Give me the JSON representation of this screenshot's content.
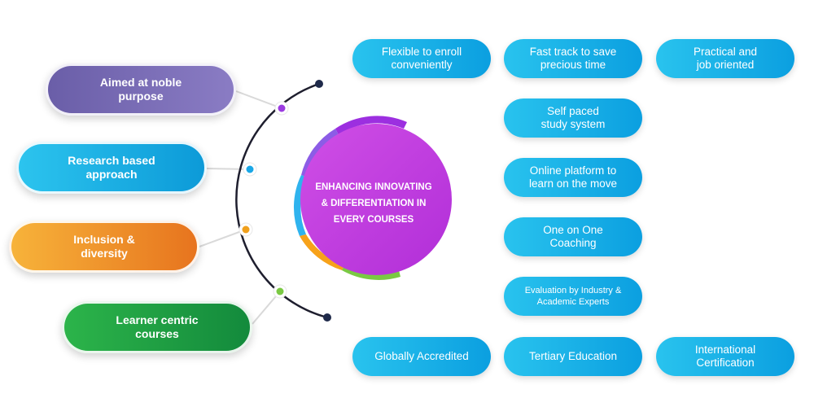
{
  "center": {
    "text": "ENHANCING INNOVATING\n& DIFFERENTIATION IN\nEVERY COURSES"
  },
  "left_items": [
    {
      "label": "Aimed at noble\npurpose",
      "color": "#7b6fb5"
    },
    {
      "label": "Research based\napproach",
      "color": "#12a8e4"
    },
    {
      "label": "Inclusion &\ndiversity",
      "color": "#ee8424"
    },
    {
      "label": "Learner centric\ncourses",
      "color": "#1aa64a"
    }
  ],
  "right_items": [
    "Flexible to enroll\nconveniently",
    "Fast track to save\nprecious time",
    "Practical and\njob oriented",
    "Self paced\nstudy system",
    "Online platform to\nlearn on the move",
    "One on One\nCoaching",
    "Evaluation by Industry &\nAcademic Experts",
    "Globally Accredited",
    "Tertiary Education",
    "International\nCertification"
  ],
  "colors": {
    "center_fill": "#c03be0",
    "pill_blue": "#14aae6",
    "arc": "#1e1e2e"
  }
}
